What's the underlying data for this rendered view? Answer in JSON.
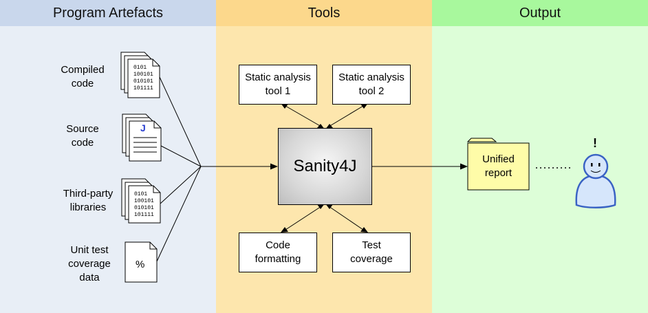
{
  "columns": {
    "artefacts": "Program Artefacts",
    "tools": "Tools",
    "output": "Output"
  },
  "artefacts": {
    "compiled": {
      "label_1": "Compiled",
      "label_2": "code",
      "lines": [
        "0101",
        "100101",
        "010101",
        "101111"
      ]
    },
    "source": {
      "label_1": "Source",
      "label_2": "code",
      "glyph": "J"
    },
    "thirdparty": {
      "label_1": "Third-party",
      "label_2": "libraries",
      "lines": [
        "0101",
        "100101",
        "010101",
        "101111"
      ]
    },
    "coverage": {
      "label_1": "Unit test",
      "label_2": "coverage",
      "label_3": "data",
      "glyph": "%"
    }
  },
  "tools": {
    "static1": {
      "line1": "Static analysis",
      "line2": "tool 1"
    },
    "static2": {
      "line1": "Static analysis",
      "line2": "tool 2"
    },
    "core": "Sanity4J",
    "formatting": {
      "line1": "Code",
      "line2": "formatting"
    },
    "testcov": {
      "line1": "Test",
      "line2": "coverage"
    }
  },
  "output": {
    "report": {
      "line1": "Unified",
      "line2": "report"
    },
    "person_mark": "!"
  },
  "colors": {
    "artefacts_header": "#c9d7ec",
    "artefacts_bg": "#e8eef6",
    "tools_header": "#fcd88c",
    "tools_bg": "#fde6ad",
    "output_header": "#a8f89d",
    "output_bg": "#ddfed8",
    "folder_fill": "#fefca8",
    "person_fill": "#d6e6fb",
    "person_stroke": "#3a63c4"
  }
}
